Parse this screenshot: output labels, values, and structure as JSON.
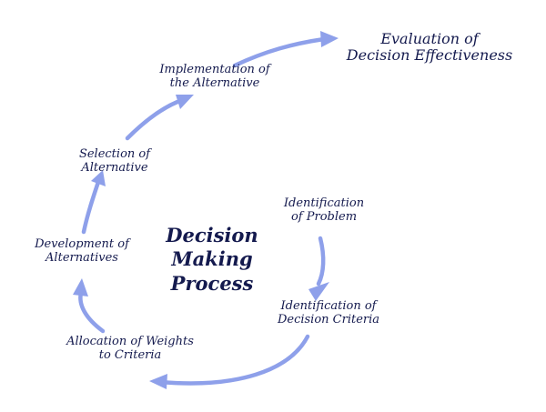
{
  "title": {
    "lines": [
      "Decision",
      "Making",
      "Process"
    ]
  },
  "steps": {
    "identification_problem": [
      "Identification",
      "of  Problem"
    ],
    "identification_criteria": [
      "Identification of",
      "Decision Criteria"
    ],
    "allocation_weights": [
      "Allocation of Weights",
      "to Criteria"
    ],
    "development_alternatives": [
      "Development of",
      "Alternatives"
    ],
    "selection_alternative": [
      "Selection of",
      "Alternative"
    ],
    "implementation_alternative": [
      "Implementation of",
      "the Alternative"
    ],
    "evaluation_effectiveness": [
      "Evaluation of",
      "Decision Effectiveness"
    ]
  },
  "colors": {
    "arrow": "#8ea0ea",
    "text": "#141a4e"
  }
}
